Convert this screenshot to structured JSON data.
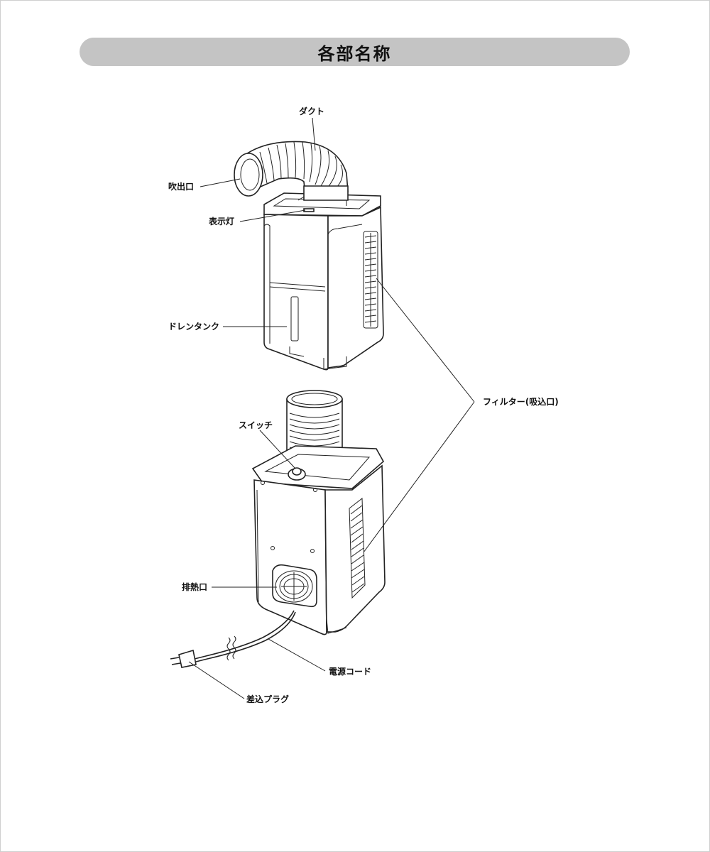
{
  "title": "各部名称",
  "labels": {
    "duct": "ダクト",
    "outlet": "吹出口",
    "indicator": "表示灯",
    "drain_tank": "ドレンタンク",
    "filter": "フィルター(吸込口)",
    "switch": "スイッチ",
    "exhaust": "排熱口",
    "power_cord": "電源コード",
    "plug": "差込プラグ"
  }
}
